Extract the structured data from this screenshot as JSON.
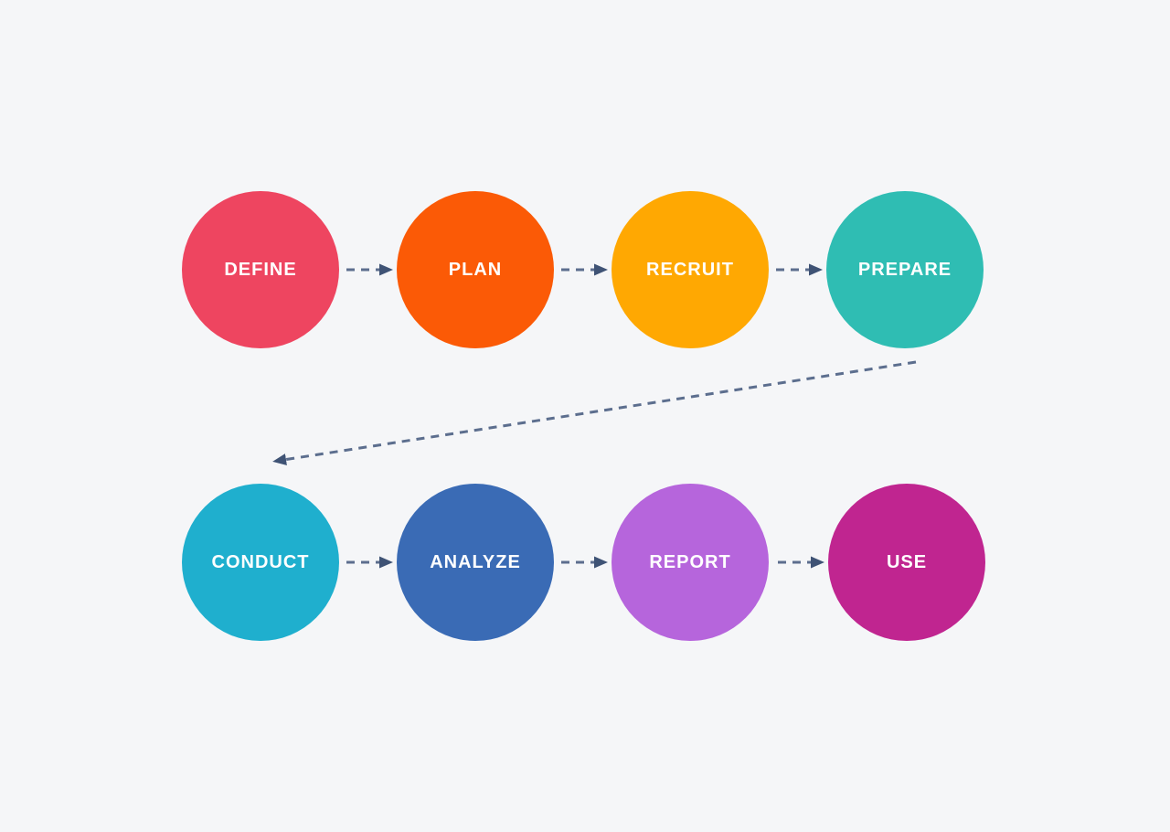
{
  "diagram": {
    "background": "#f5f6f8",
    "arrow_color": "#5c6e8e",
    "arrowhead_color": "#3f5375",
    "stages": [
      {
        "label": "DEFINE",
        "color": "#ee4560"
      },
      {
        "label": "PLAN",
        "color": "#fb5a06"
      },
      {
        "label": "RECRUIT",
        "color": "#ffa802"
      },
      {
        "label": "PREPARE",
        "color": "#2fbdb3"
      },
      {
        "label": "CONDUCT",
        "color": "#1fafce"
      },
      {
        "label": "ANALYZE",
        "color": "#3a6bb5"
      },
      {
        "label": "REPORT",
        "color": "#b665dc"
      },
      {
        "label": "USE",
        "color": "#c02590"
      }
    ]
  }
}
